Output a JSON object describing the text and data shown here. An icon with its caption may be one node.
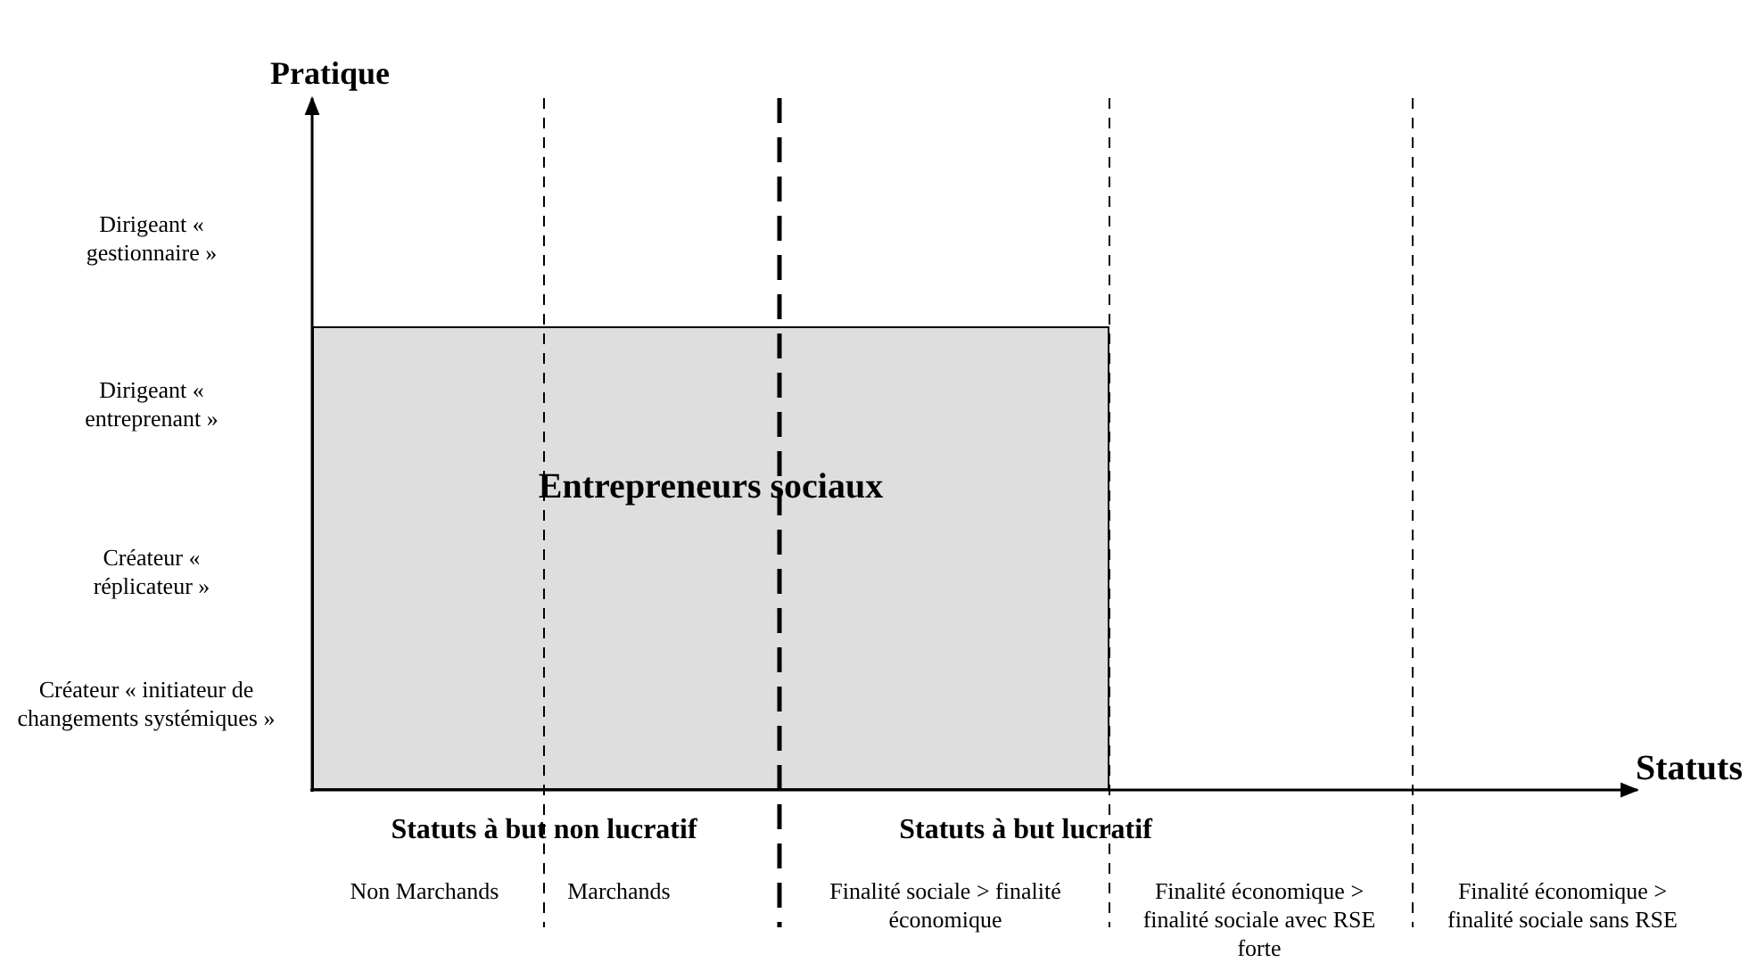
{
  "diagram": {
    "nodes": [
      {
        "text": [
          "Entrepreneurs sociaux"
        ]
      }
    ],
    "labels": [
      "Pratique",
      "Dirigeant « gestionnaire »",
      "Dirigeant « entreprenant »",
      "Créateur « réplicateur »",
      "Créateur « initiateur de changements systémiques »",
      "Statuts",
      "Statuts à but non lucratif",
      "Statuts à but lucratif",
      "Non Marchands",
      "Marchands",
      "Finalité sociale > finalité économique",
      "Finalité économique > finalité sociale avec RSE forte",
      "Finalité économique > finalité sociale sans RSE"
    ]
  }
}
